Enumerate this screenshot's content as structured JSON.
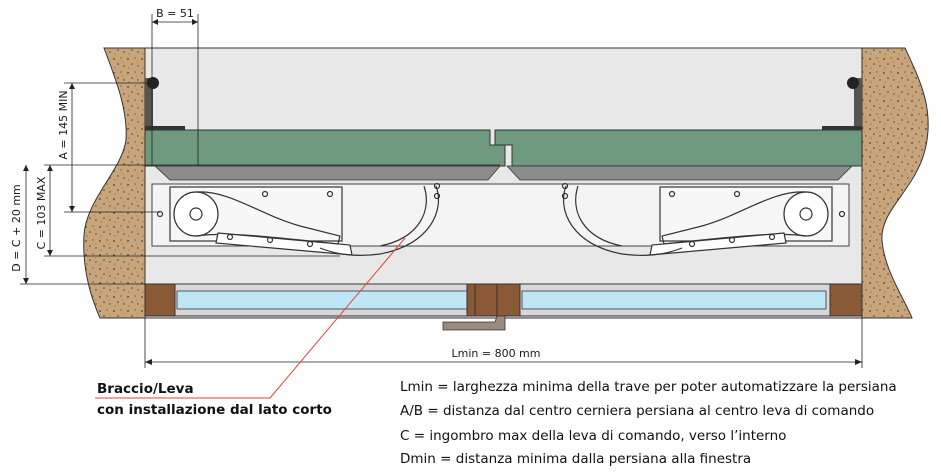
{
  "dimensions": {
    "b": "B = 51",
    "a": "A = 145 MIN",
    "c": "C = 103 MAX",
    "d": "D = C + 20 mm",
    "lmin": "Lmin = 800 mm"
  },
  "callout": {
    "title": "Braccio/Leva",
    "subtitle": "con installazione dal lato corto"
  },
  "legend": [
    "Lmin = larghezza minima della trave per poter automatizzare la persiana",
    "A/B = distanza dal centro cerniera persiana al centro leva di comando",
    "C = ingombro max della leva di comando, verso l’interno",
    "Dmin = distanza minima dalla persiana alla finestra"
  ],
  "colors": {
    "wall": "#c9a57b",
    "shutter": "#6f9a7f",
    "glass": "#bfe6f7",
    "frame": "#8a5a36",
    "ceiling": "#e8e8e8",
    "callout_line": "#e0433a"
  }
}
